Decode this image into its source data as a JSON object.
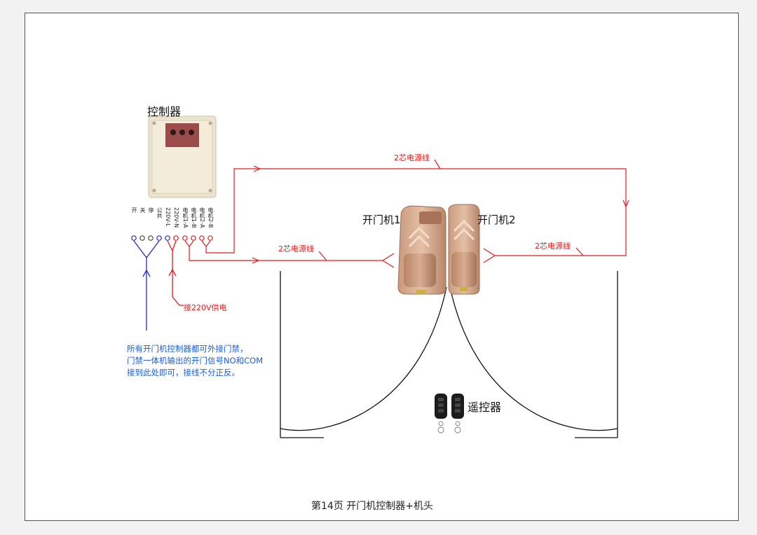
{
  "controller": {
    "title": "控制器",
    "terminals": [
      "开",
      "关",
      "停",
      "公共",
      "220V-L",
      "220V-N",
      "电机1-A",
      "电机1-B",
      "电机2-A",
      "电机2-B"
    ]
  },
  "motor1": {
    "label": "开门机1"
  },
  "motor2": {
    "label": "开门机2"
  },
  "wires": {
    "top_label": "2芯电源线",
    "left_label": "2芯电源线",
    "right_label": "2芯电源线"
  },
  "power": {
    "label": "接220V供电"
  },
  "note": {
    "lines": [
      "所有开门机控制器都可外接门禁，",
      "门禁一体机输出的开门信号NO和COM",
      "接到此处即可，接线不分正反。"
    ]
  },
  "remote": {
    "label": "遥控器"
  },
  "footer": {
    "text": "第14页  开门机控制器+机头"
  },
  "colors": {
    "wire": "#e21c1c",
    "signal": "#2727c9",
    "note": "#1a5fd6"
  }
}
